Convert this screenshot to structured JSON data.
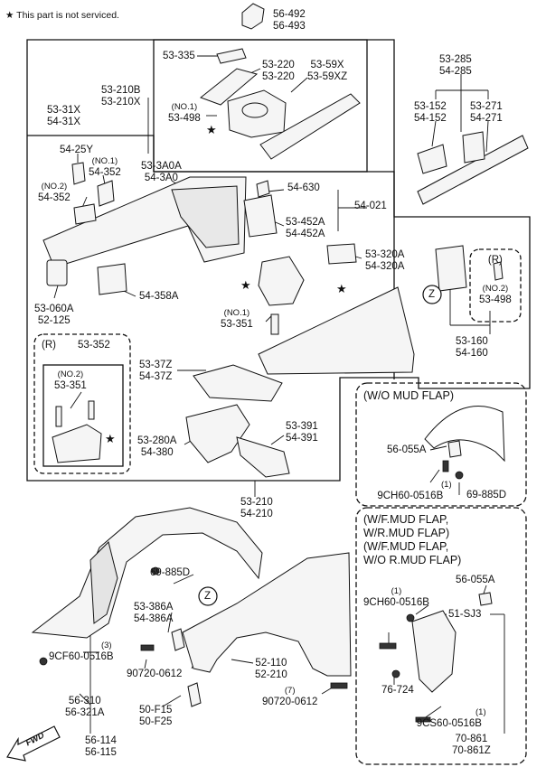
{
  "note": {
    "symbol": "★",
    "text": "This part is not serviced."
  },
  "labels": {
    "p56492": [
      "56-492",
      "56-493"
    ],
    "p53335": [
      "53-335"
    ],
    "p53220": [
      "53-220",
      "53-220"
    ],
    "p5359x": [
      "53-59X",
      "53-59XZ"
    ],
    "p53210b": [
      "53-210B",
      "53-210X"
    ],
    "p53498a": [
      "(NO.1)",
      "53-498"
    ],
    "p53285": [
      "53-285",
      "54-285"
    ],
    "p53152": [
      "53-152",
      "54-152"
    ],
    "p53271": [
      "53-271",
      "54-271"
    ],
    "p5331x": [
      "53-31X",
      "54-31X"
    ],
    "p5425y": [
      "54-25Y"
    ],
    "p54352a": [
      "(NO.1)",
      "54-352"
    ],
    "p54352b": [
      "(NO.2)",
      "54-352"
    ],
    "p533a0a": [
      "53-3A0A",
      "54-3A0"
    ],
    "p54630": [
      "54-630"
    ],
    "p54021": [
      "54-021"
    ],
    "p53452a": [
      "53-452A",
      "54-452A"
    ],
    "p53060a": [
      "53-060A",
      "52-125"
    ],
    "p54358a": [
      "54-358A"
    ],
    "p53320a": [
      "53-320A",
      "54-320A"
    ],
    "p53351a": [
      "(NO.1)",
      "53-351"
    ],
    "p53498b": [
      "(R)",
      "(NO.2)",
      "53-498"
    ],
    "p53160": [
      "53-160",
      "54-160"
    ],
    "p53352": [
      "(R)",
      "53-352"
    ],
    "p53351b": [
      "(NO.2)",
      "53-351"
    ],
    "p5337z": [
      "53-37Z",
      "54-37Z"
    ],
    "p53280a": [
      "53-280A",
      "54-380"
    ],
    "p53391": [
      "53-391",
      "54-391"
    ],
    "p53210": [
      "53-210",
      "54-210"
    ],
    "p69885a": [
      "69-885D"
    ],
    "p53386a": [
      "53-386A",
      "54-386A"
    ],
    "p9cf60": [
      "(3)",
      "9CF60-0516B"
    ],
    "p90720a": [
      "90720-0612"
    ],
    "p52110": [
      "52-110",
      "52-210"
    ],
    "p90720b": [
      "(7)",
      "90720-0612"
    ],
    "p56310": [
      "56-310",
      "56-321A"
    ],
    "p50f15": [
      "50-F15",
      "50-F25"
    ],
    "p56114": [
      "56-114",
      "56-115"
    ],
    "pfwd": [
      "FWD"
    ],
    "zone_z": [
      "Z"
    ]
  },
  "wo_mud_flap": {
    "header": "(W/O MUD FLAP)",
    "items": {
      "p56055a": [
        "56-055A"
      ],
      "p9ch60": [
        "(1)",
        "9CH60-0516B"
      ],
      "p69885b": [
        "69-885D"
      ]
    }
  },
  "w_mud_flap": {
    "header": [
      "(W/F.MUD FLAP,",
      "W/R.MUD FLAP)",
      "(W/F.MUD FLAP,",
      "W/O R.MUD FLAP)"
    ],
    "items": {
      "p56055b": [
        "56-055A"
      ],
      "p9ch60b": [
        "(1)",
        "9CH60-0516B"
      ],
      "p515j3": [
        "51-SJ3"
      ],
      "p76724": [
        "76-724"
      ],
      "p9cs60": [
        "(1)",
        "9CS60-0516B"
      ],
      "p70861": [
        "70-861",
        "70-861Z"
      ]
    }
  }
}
